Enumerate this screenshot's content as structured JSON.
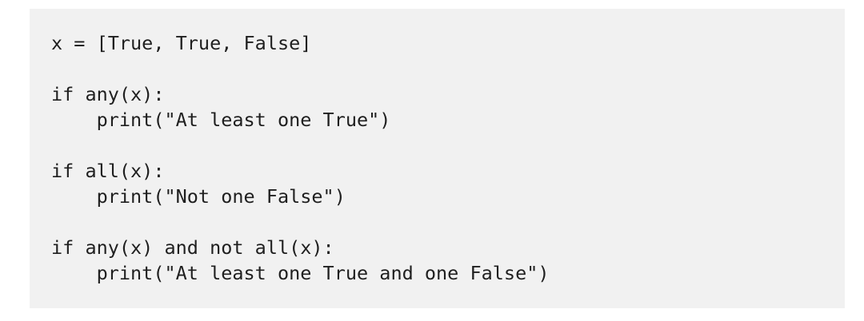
{
  "code_block": {
    "language": "python",
    "background_color": "#f1f1f1",
    "text_color": "#1f1f1f",
    "page_background": "#ffffff",
    "lines": [
      {
        "text": "x = [True, True, False]",
        "blank": false
      },
      {
        "text": "",
        "blank": true
      },
      {
        "text": "if any(x):",
        "blank": false
      },
      {
        "text": "    print(\"At least one True\")",
        "blank": false
      },
      {
        "text": "",
        "blank": true
      },
      {
        "text": "if all(x):",
        "blank": false
      },
      {
        "text": "    print(\"Not one False\")",
        "blank": false
      },
      {
        "text": "",
        "blank": true
      },
      {
        "text": "if any(x) and not all(x):",
        "blank": false
      },
      {
        "text": "    print(\"At least one True and one False\")",
        "blank": false
      }
    ]
  }
}
